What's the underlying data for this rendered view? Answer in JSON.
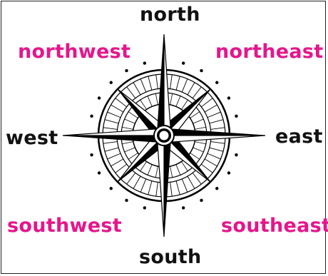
{
  "directions": {
    "north": "north",
    "south": "south",
    "east": "east",
    "west": "west",
    "northwest": "northwest",
    "northeast": "northeast",
    "southwest": "southwest",
    "southeast": "southeast"
  },
  "colors": {
    "cardinal_text": "#111111",
    "intercardinal_text": "#e5168c",
    "ink": "#000000",
    "background": "#ffffff"
  }
}
